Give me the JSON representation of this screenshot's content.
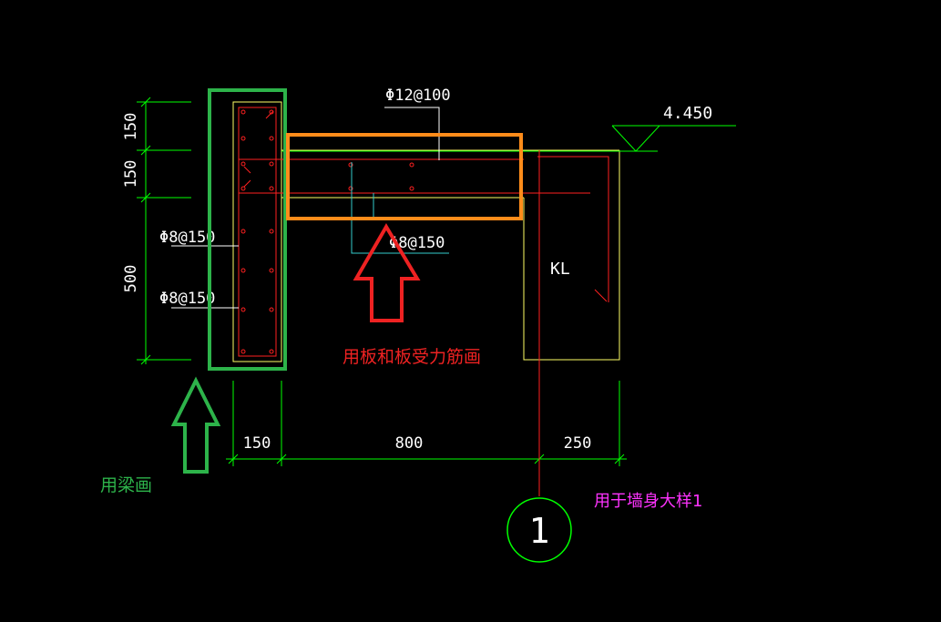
{
  "colors": {
    "background": "#000000",
    "dimension_line": "#00ff00",
    "dimension_text": "#ffffff",
    "rebar": "#ff2020",
    "outline": "#ffff66",
    "leader": "#33cccc",
    "center_line": "#ff2020",
    "level_line": "#00ff00",
    "beam_box": "#2db34a",
    "slab_box": "#ff8c1a",
    "slab_arrow": "#ee2222",
    "beam_arrow": "#2db34a",
    "purple_note": "#ff33ff",
    "detail_circle": "#00ff00"
  },
  "dimensions": {
    "left": [
      "150",
      "150",
      "500"
    ],
    "bottom": [
      "150",
      "800",
      "250"
    ]
  },
  "rebar_labels": {
    "top_slab": "Φ12@100",
    "left_upper": "Φ8@150",
    "left_lower": "Φ8@150",
    "slab_bottom": "Φ8@150"
  },
  "elevation": "4.450",
  "beam_label": "KL",
  "annotations": {
    "slab_note": "用板和板受力筋画",
    "beam_note": "用梁画",
    "purple_note": "用于墙身大样1"
  },
  "detail_number": "1"
}
